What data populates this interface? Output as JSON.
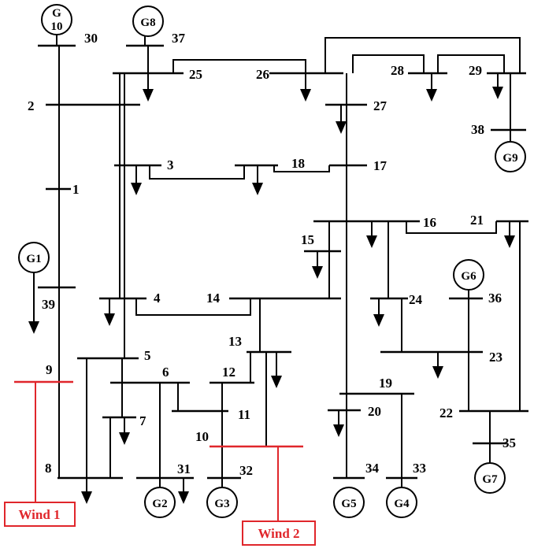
{
  "buses": {
    "b1": "1",
    "b2": "2",
    "b3": "3",
    "b4": "4",
    "b5": "5",
    "b6": "6",
    "b7": "7",
    "b8": "8",
    "b9": "9",
    "b10": "10",
    "b11": "11",
    "b12": "12",
    "b13": "13",
    "b14": "14",
    "b15": "15",
    "b16": "16",
    "b17": "17",
    "b18": "18",
    "b19": "19",
    "b20": "20",
    "b21": "21",
    "b22": "22",
    "b23": "23",
    "b24": "24",
    "b25": "25",
    "b26": "26",
    "b27": "27",
    "b28": "28",
    "b29": "29",
    "b30": "30",
    "b31": "31",
    "b32": "32",
    "b33": "33",
    "b34": "34",
    "b35": "35",
    "b36": "36",
    "b37": "37",
    "b38": "38",
    "b39": "39"
  },
  "generators": {
    "g10_line1": "G",
    "g10_line2": "10",
    "g8": "G8",
    "g9": "G9",
    "g1": "G1",
    "g6": "G6",
    "g7": "G7",
    "g2": "G2",
    "g3": "G3",
    "g5": "G5",
    "g4": "G4"
  },
  "wind": {
    "w1": "Wind 1",
    "w2": "Wind 2"
  },
  "colors": {
    "line": "#000000",
    "wind": "#e0262b"
  }
}
